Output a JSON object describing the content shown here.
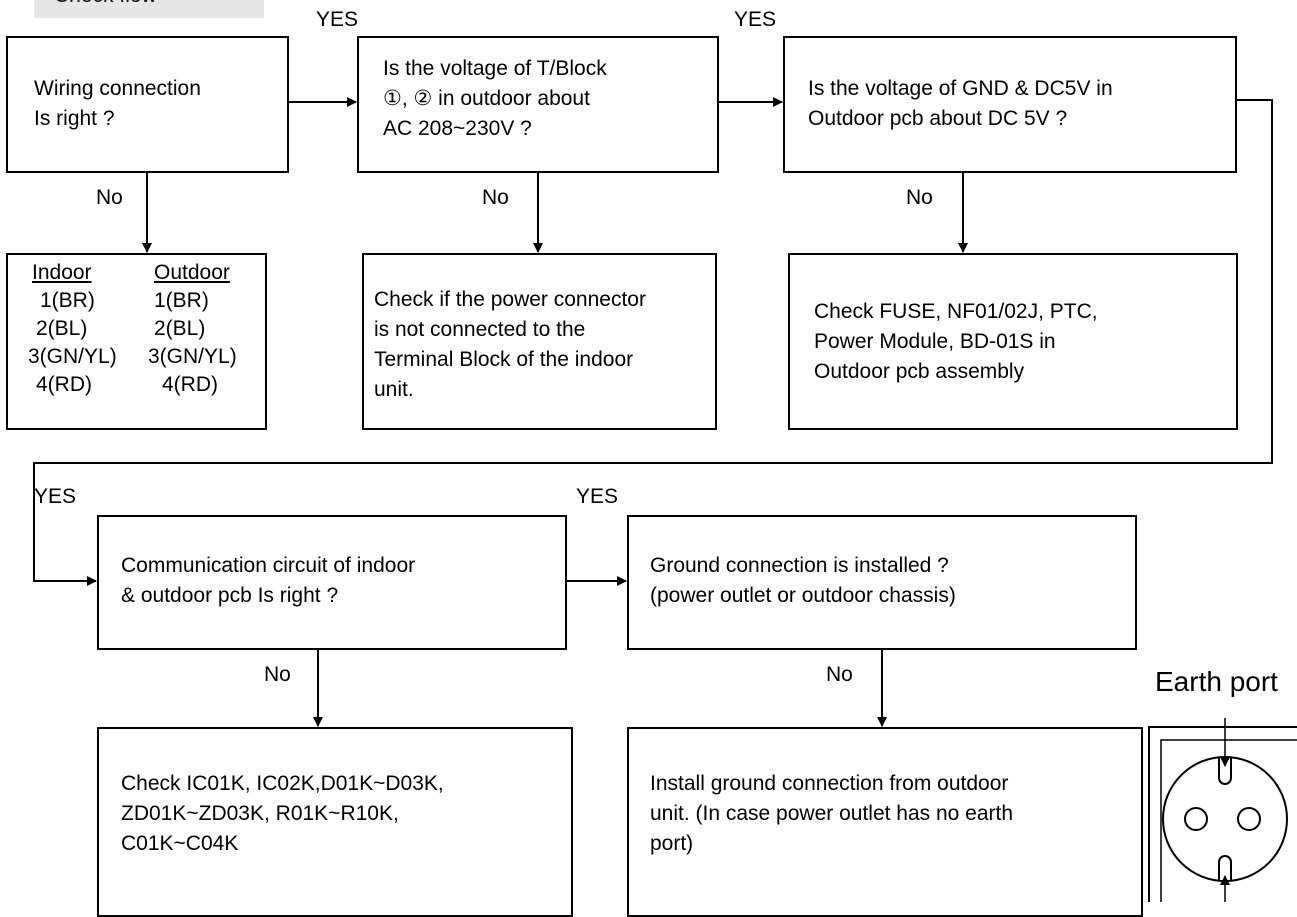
{
  "header": {
    "tab_label": "Check flow"
  },
  "flow": {
    "yes_label": "YES",
    "no_label": "No",
    "step1": "Wiring connection\nIs right ?",
    "step2": "Is the voltage of T/Block\n①, ② in outdoor about\nAC 208~230V ?",
    "step3": "Is the voltage of GND & DC5V in\nOutdoor  pcb  about DC 5V ?",
    "step4": "Communication circuit of indoor\n& outdoor  pcb  Is right ?",
    "step5": "Ground connection is installed ?\n(power outlet or outdoor chassis)",
    "action2": "Check if the power connector\nis not connected to the\nTerminal Block of the indoor\nunit.",
    "action3": "Check FUSE, NF01/02J, PTC,\nPower Module, BD-01S in\nOutdoor  pcb  assembly",
    "action4": "Check IC01K, IC02K,D01K~D03K,\nZD01K~ZD03K, R01K~R10K,\nC01K~C04K",
    "action5": "Install ground connection from outdoor\nunit. (In case power outlet has no earth\nport)"
  },
  "wiring_table": {
    "headers": [
      "Indoor",
      "Outdoor"
    ],
    "rows": [
      [
        "1(BR)",
        "1(BR)"
      ],
      [
        "2(BL)",
        "2(BL)"
      ],
      [
        "3(GN/YL)",
        "3(GN/YL)"
      ],
      [
        "4(RD)",
        "4(RD)"
      ]
    ]
  },
  "earth": {
    "label": "Earth port"
  }
}
